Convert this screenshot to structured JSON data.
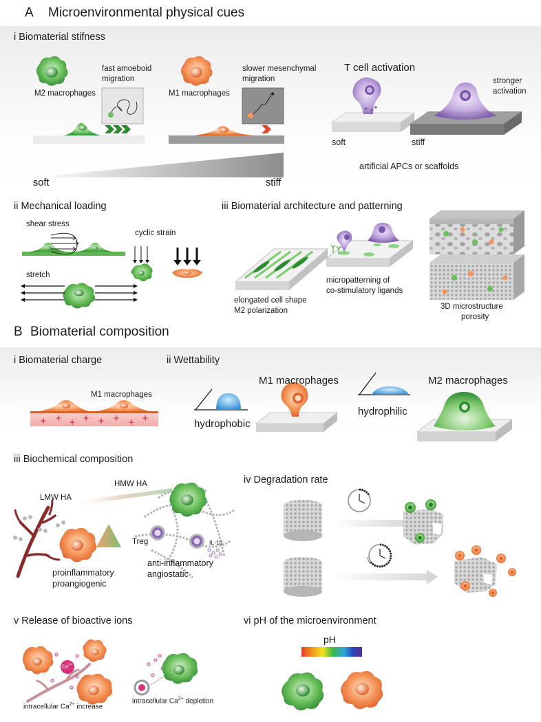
{
  "sectionA": {
    "letter": "A",
    "title": "Microenvironmental physical cues",
    "stiffness": {
      "heading": "i  Biomaterial stifness",
      "m2": "M2 macrophages",
      "m1": "M1 macrophages",
      "fast1": "fast amoeboid",
      "fast2": "migration",
      "slow1": "slower mesenchymal",
      "slow2": "migration",
      "soft": "soft",
      "stiff": "stiff",
      "tcell": "T cell activation",
      "stronger1": "stronger",
      "stronger2": "activation",
      "soft_small": "soft",
      "stiff_small": "stiff",
      "apc": "artificial APCs or scaffolds"
    },
    "mechanical": {
      "heading": "ii  Mechanical loading",
      "shear": "shear stress",
      "cyclic": "cyclic strain",
      "stretch": "stretch"
    },
    "architecture": {
      "heading": "iii  Biomaterial architecture and patterning",
      "elong1": "elongated cell shape",
      "elong2": "M2 polarization",
      "micro1": "micropatterning of",
      "micro2": "co-stimulatory ligands",
      "struct1": "3D microstructure",
      "struct2": "porosity"
    }
  },
  "sectionB": {
    "letter": "B",
    "title": "Biomaterial composition",
    "charge": {
      "heading": "i  Biomaterial charge",
      "m1": "M1 macrophages"
    },
    "wettability": {
      "heading": "ii  Wettability",
      "hydrophobic": "hydrophobic",
      "hydrophilic": "hydrophilic",
      "m1": "M1 macrophages",
      "m2": "M2 macrophages"
    },
    "biochem": {
      "heading": "iii  Biochemical composition",
      "lmw": "LMW HA",
      "hmw": "HMW HA",
      "treg": "Treg",
      "il10": "IL-10",
      "pro1": "proinflammatory",
      "pro2": "proangiogenic",
      "anti1": "anti-inflammatory",
      "anti2": "angiostatic"
    },
    "degradation": {
      "heading": "iv  Degradation rate"
    },
    "ions": {
      "heading": "v  Release of bioactive ions",
      "ca": "Ca",
      "increase_a": "intracellular Ca",
      "increase_b": " increase",
      "depletion_a": "intracellular Ca",
      "depletion_b": " depletion",
      "sup": "2+"
    },
    "ph": {
      "heading": "vi  pH of the microenvironment",
      "label": "pH"
    }
  },
  "colors": {
    "m2_green": "#4cad48",
    "m1_orange": "#f08a4b",
    "tcell_purple": "#9a73c4",
    "droplet_blue": "#4fa8e0",
    "vessel_red": "#8b2a2a",
    "charge_pink": "#f3b6b6"
  }
}
